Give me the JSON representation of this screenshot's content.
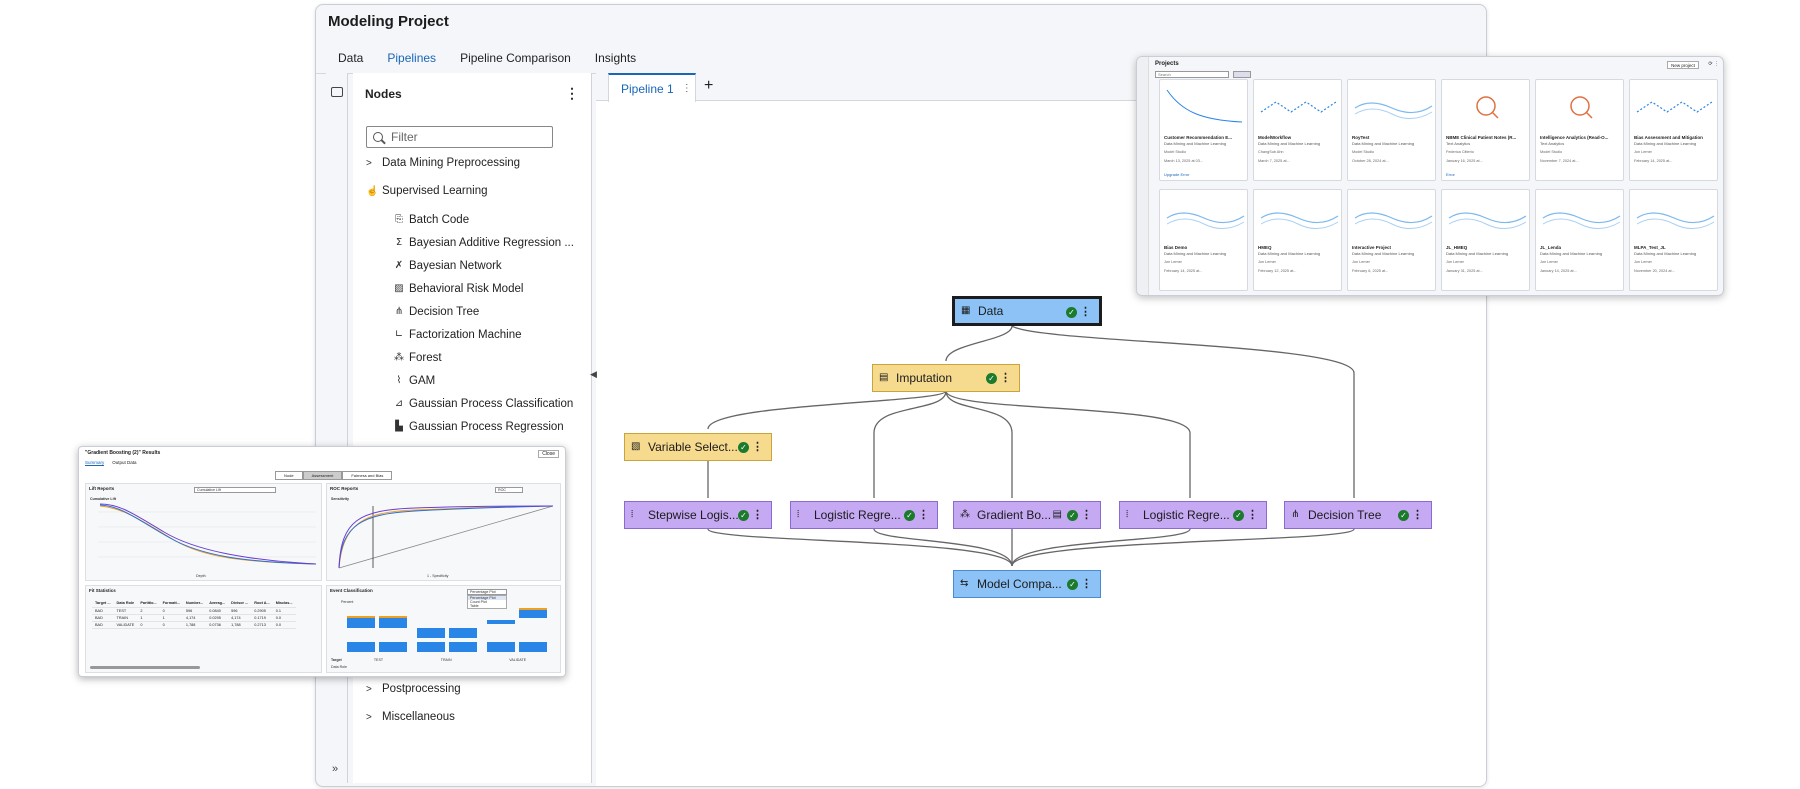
{
  "app": {
    "title": "Modeling Project"
  },
  "tabs": [
    "Data",
    "Pipelines",
    "Pipeline Comparison",
    "Insights"
  ],
  "nodes_panel": {
    "title": "Nodes",
    "filter_placeholder": "Filter",
    "categories": {
      "data_mining": "Data Mining Preprocessing",
      "supervised": "Supervised Learning",
      "postprocessing": "Postprocessing",
      "misc": "Miscellaneous"
    },
    "items": [
      "Batch Code",
      "Bayesian Additive Regression ...",
      "Bayesian Network",
      "Behavioral Risk Model",
      "Decision Tree",
      "Factorization Machine",
      "Forest",
      "GAM",
      "Gaussian Process Classification",
      "Gaussian Process Regression"
    ]
  },
  "pipeline": {
    "tab_label": "Pipeline 1",
    "nodes": {
      "data": "Data",
      "imputation": "Imputation",
      "varsel": "Variable Select...",
      "stepwise": "Stepwise Logis...",
      "logreg1": "Logistic Regre...",
      "gboost": "Gradient Bo...",
      "logreg2": "Logistic Regre...",
      "dtree": "Decision Tree",
      "modelcomp": "Model Compa..."
    }
  },
  "projects": {
    "title": "Projects",
    "search_placeholder": "Search",
    "new_button": "New project",
    "cards": [
      {
        "name": "Customer Recommendation E...",
        "type": "Data Mining and Machine Learning",
        "modified_by": "Model Studio",
        "date": "March 13, 2025 at 03...",
        "foot": "Upgrade Error"
      },
      {
        "name": "ModelWorkflow",
        "type": "Data Mining and Machine Learning",
        "modified_by": "ChangSub Ahn",
        "date": "March 7, 2025 at...",
        "foot": ""
      },
      {
        "name": "RoyTest",
        "type": "Data Mining and Machine Learning",
        "modified_by": "Model Studio",
        "date": "October 28, 2024 at...",
        "foot": ""
      },
      {
        "name": "NBME Clinical Patient Notes (R...",
        "type": "Text Analytics",
        "modified_by": "Federica Citterio",
        "date": "January 16, 2025 at...",
        "foot": "Error"
      },
      {
        "name": "Intelligence Analytics (Read-O...",
        "type": "Text Analytics",
        "modified_by": "Model Studio",
        "date": "November 7, 2024 at...",
        "foot": ""
      },
      {
        "name": "Bias Assessment and Mitigation",
        "type": "Data Mining and Machine Learning",
        "modified_by": "Jon Lemer",
        "date": "February 14, 2025 at...",
        "foot": ""
      },
      {
        "name": "Bias Demo",
        "type": "Data Mining and Machine Learning",
        "modified_by": "Jon Lemer",
        "date": "February 14, 2025 at...",
        "foot": ""
      },
      {
        "name": "HMEQ",
        "type": "Data Mining and Machine Learning",
        "modified_by": "Jon Lemer",
        "date": "February 12, 2025 at...",
        "foot": ""
      },
      {
        "name": "Interactive Project",
        "type": "Data Mining and Machine Learning",
        "modified_by": "Jon Lemer",
        "date": "February 6, 2025 at...",
        "foot": ""
      },
      {
        "name": "JL_HMEQ",
        "type": "Data Mining and Machine Learning",
        "modified_by": "Jon Lemer",
        "date": "January 31, 2025 at...",
        "foot": ""
      },
      {
        "name": "JL_Lenda",
        "type": "Data Mining and Machine Learning",
        "modified_by": "Jon Lemer",
        "date": "January 14, 2025 at...",
        "foot": ""
      },
      {
        "name": "MLPA_Test_JL",
        "type": "Data Mining and Machine Learning",
        "modified_by": "Jon Lemer",
        "date": "November 20, 2024 at...",
        "foot": ""
      }
    ]
  },
  "results": {
    "title": "\"Gradient Boosting (2)\" Results",
    "close": "Close",
    "tabs": [
      "Summary",
      "Output Data"
    ],
    "segments": [
      "Node",
      "Assessment",
      "Fairness and Bias"
    ],
    "lift_title": "Lift Reports",
    "lift_select": "Cumulative Lift",
    "lift_ylabel": "Cumulative Lift",
    "lift_xlabel": "Depth",
    "roc_title": "ROC Reports",
    "roc_select": "ROC",
    "roc_ylabel": "Sensitivity",
    "roc_xlabel": "1 - Specificity",
    "fit_title": "Fit Statistics",
    "fit_headers": [
      "Target ...",
      "Data Role",
      "Partitio...",
      "Formatt...",
      "Number...",
      "Averag...",
      "Divisor ...",
      "Root A...",
      "Misclas..."
    ],
    "fit_rows": [
      [
        "BAD",
        "TEST",
        "2",
        "0",
        "596",
        "0.0840",
        "596",
        "0.2905",
        "0.1"
      ],
      [
        "BAD",
        "TRAIN",
        "1",
        "1",
        "4,174",
        "0.0295",
        "4,174",
        "0.1719",
        "0.0"
      ],
      [
        "BAD",
        "VALIDATE",
        "0",
        "0",
        "1,788",
        "0.0736",
        "1,788",
        "0.2713",
        "0.0"
      ]
    ],
    "event_title": "Event Classification",
    "event_select": "Percentage Plot",
    "event_options": [
      "Percentage Plot",
      "Count Plot",
      "Table"
    ],
    "event_ylabel": "Percent",
    "event_groups": [
      "TEST",
      "TRAIN",
      "VALIDATE"
    ],
    "event_xlabel": "Target",
    "event_footer": "Data Role"
  }
}
